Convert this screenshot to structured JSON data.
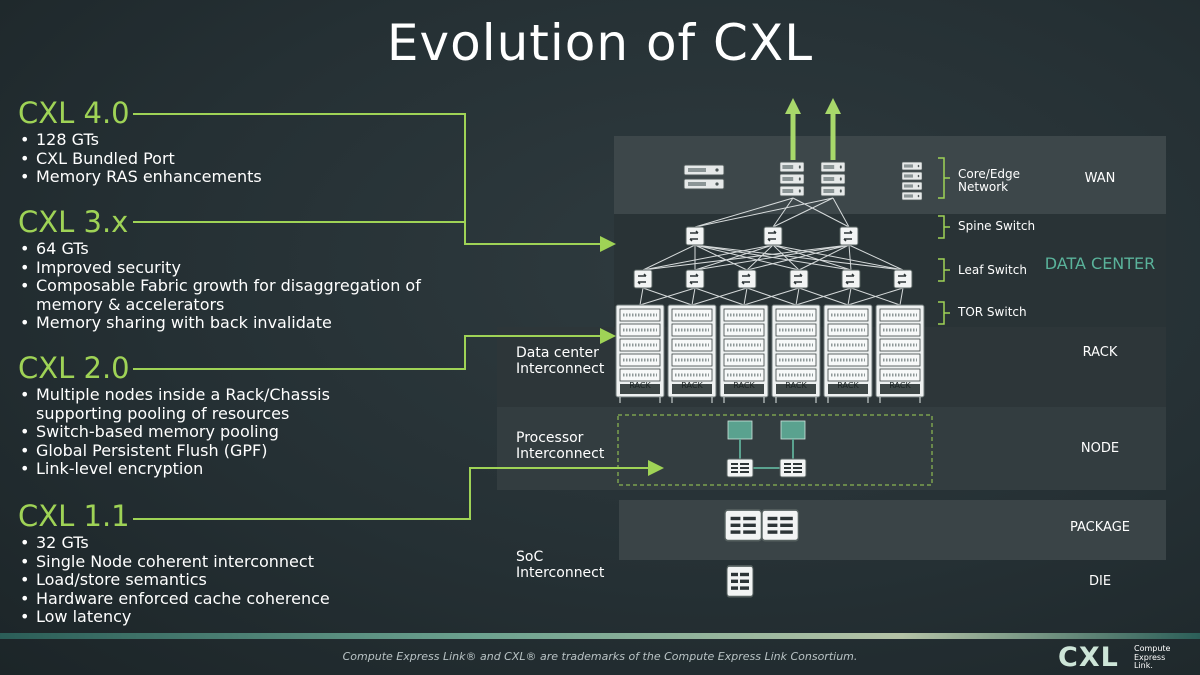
{
  "title": "Evolution of CXL",
  "generations": [
    {
      "name": "CXL 4.0",
      "features": [
        "128 GTs",
        "CXL Bundled Port",
        "Memory RAS enhancements"
      ]
    },
    {
      "name": "CXL 3.x",
      "features": [
        "64 GTs",
        "Improved security",
        "Composable Fabric growth for disaggregation of memory & accelerators",
        "Memory sharing with back invalidate"
      ]
    },
    {
      "name": "CXL 2.0",
      "features": [
        "Multiple nodes inside a Rack/Chassis supporting pooling of resources",
        "Switch-based memory pooling",
        "Global Persistent Flush (GPF)",
        "Link-level encryption"
      ]
    },
    {
      "name": "CXL 1.1",
      "features": [
        "32 GTs",
        "Single Node coherent interconnect",
        "Load/store semantics",
        "Hardware enforced cache coherence",
        "Low latency"
      ]
    }
  ],
  "layers": {
    "wan": "WAN",
    "data_center": "DATA CENTER",
    "rack": "RACK",
    "node": "NODE",
    "package": "PACKAGE",
    "die": "DIE"
  },
  "interconnects": {
    "data_center": "Data center Interconnect",
    "processor": "Processor Interconnect",
    "soc": "SoC Interconnect"
  },
  "switch_tiers": {
    "core_edge": "Core/Edge Network",
    "spine": "Spine Switch",
    "leaf": "Leaf Switch",
    "tor": "TOR Switch"
  },
  "rack_label": "RACK",
  "footer": "Compute Express Link® and CXL® are trademarks of the Compute Express Link Consortium.",
  "logo": {
    "word": "CXL",
    "sub": "Compute Express Link."
  },
  "colors": {
    "accent_green": "#9fd356",
    "teal": "#5ab39b",
    "band": "#3a4548"
  }
}
